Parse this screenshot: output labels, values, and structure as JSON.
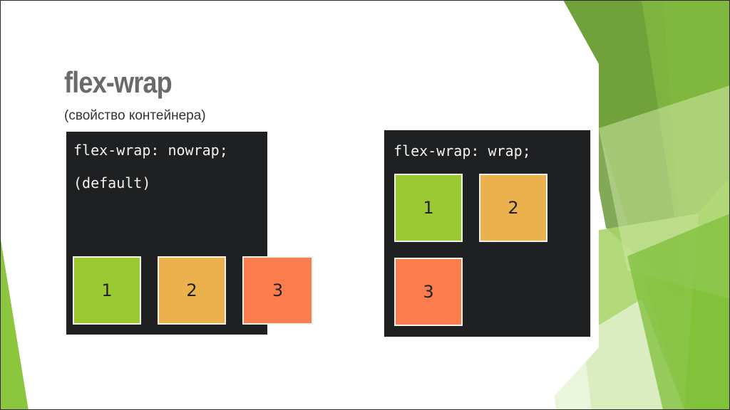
{
  "slide": {
    "title": "flex-wrap",
    "subtitle": "(свойство контейнера)"
  },
  "demo_nowrap": {
    "code_line1": "flex-wrap: nowrap;",
    "code_line2": "(default)",
    "items": [
      "1",
      "2",
      "3"
    ]
  },
  "demo_wrap": {
    "code_line1": "flex-wrap: wrap;",
    "items": [
      "1",
      "2",
      "3"
    ]
  },
  "colors": {
    "panel": "#1f2022",
    "item_green": "#9bc932",
    "item_yellow": "#ebb14d",
    "item_orange": "#fb7d4e",
    "accent_green": "#8cc63f"
  }
}
